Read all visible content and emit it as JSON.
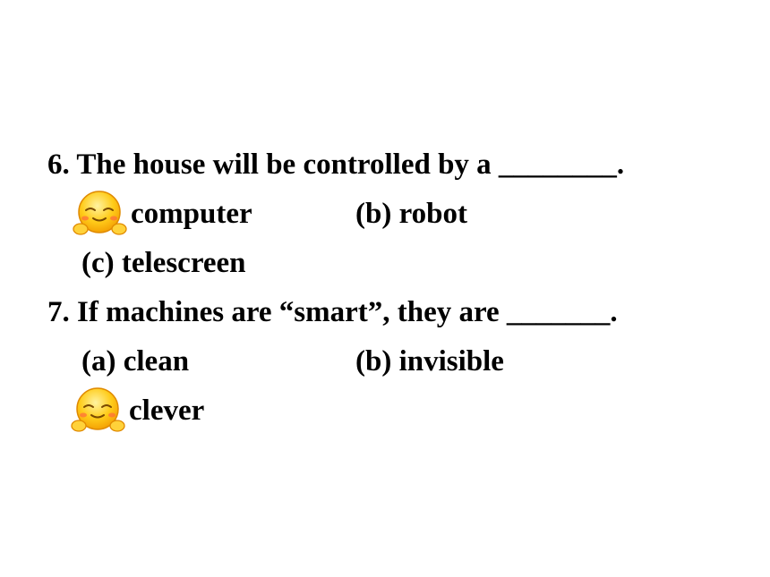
{
  "quiz": {
    "q6": {
      "stem": "6. The house will be controlled by a ________.",
      "option_a_text": "computer",
      "option_b": "(b) robot",
      "option_c": "(c) telescreen"
    },
    "q7": {
      "stem": "7. If machines are “smart”, they are _______.",
      "option_a": "(a) clean",
      "option_b": "(b) invisible",
      "option_c_text": "clever"
    }
  },
  "icons": {
    "answer_marker": "smiling-face-icon"
  },
  "colors": {
    "text": "#000000",
    "emoji_face": "#ffcc1a",
    "emoji_outline": "#e08a00",
    "emoji_blush": "#ff6a3d"
  }
}
